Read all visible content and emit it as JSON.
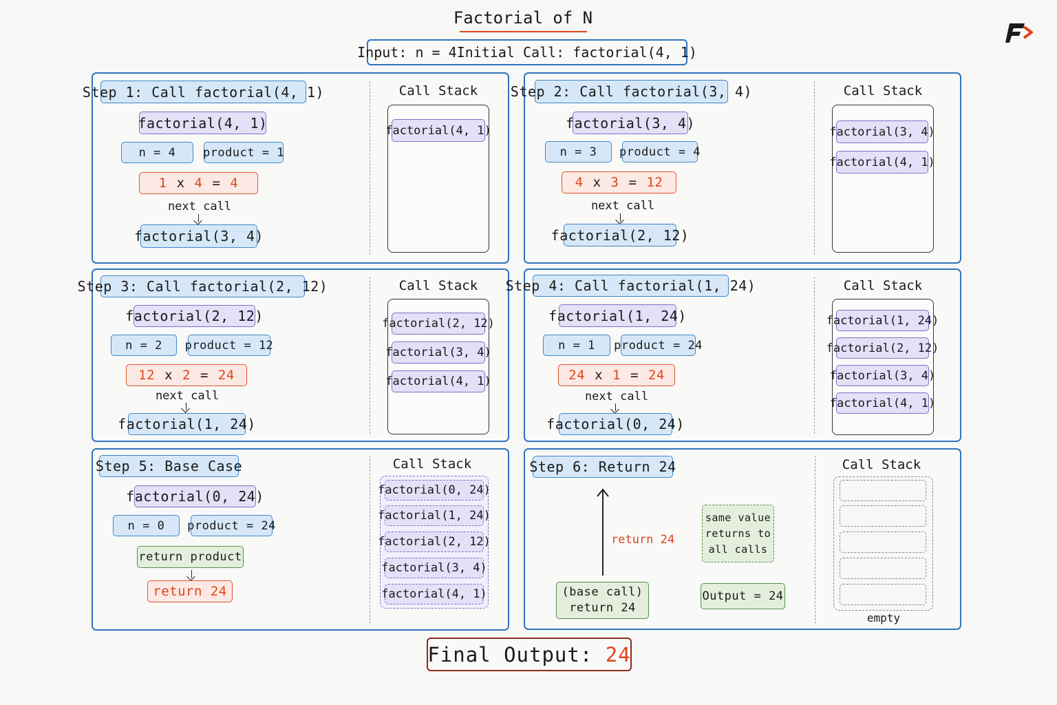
{
  "title": "Factorial of N",
  "header": {
    "input_label": "Input:",
    "input_value": "n = 4",
    "initial_label": "Initial Call:",
    "initial_value": "factorial(4, 1)"
  },
  "call_stack_title": "Call Stack",
  "next_call_label": "next call",
  "steps": [
    {
      "title": "Step 1: Call factorial(4, 1)",
      "frame": "factorial(4, 1)",
      "n": "n = 4",
      "product": "product = 1",
      "calc": {
        "a": "1",
        "x": "x",
        "b": "4",
        "eq": "=",
        "r": "4"
      },
      "next": "factorial(3, 4)",
      "stack": [
        "factorial(4, 1)"
      ]
    },
    {
      "title": "Step 2: Call factorial(3, 4)",
      "frame": "factorial(3, 4)",
      "n": "n = 3",
      "product": "product = 4",
      "calc": {
        "a": "4",
        "x": "x",
        "b": "3",
        "eq": "=",
        "r": "12"
      },
      "next": "factorial(2, 12)",
      "stack": [
        "factorial(3, 4)",
        "factorial(4, 1)"
      ]
    },
    {
      "title": "Step 3: Call factorial(2, 12)",
      "frame": "factorial(2, 12)",
      "n": "n = 2",
      "product": "product = 12",
      "calc": {
        "a": "12",
        "x": "x",
        "b": "2",
        "eq": "=",
        "r": "24"
      },
      "next": "factorial(1, 24)",
      "stack": [
        "factorial(2, 12)",
        "factorial(3, 4)",
        "factorial(4, 1)"
      ]
    },
    {
      "title": "Step 4: Call factorial(1, 24)",
      "frame": "factorial(1, 24)",
      "n": "n = 1",
      "product": "product = 24",
      "calc": {
        "a": "24",
        "x": "x",
        "b": "1",
        "eq": "=",
        "r": "24"
      },
      "next": "factorial(0, 24)",
      "stack": [
        "factorial(1, 24)",
        "factorial(2, 12)",
        "factorial(3, 4)",
        "factorial(4, 1)"
      ]
    },
    {
      "title": "Step 5: Base Case",
      "frame": "factorial(0, 24)",
      "n": "n = 0",
      "product": "product = 24",
      "return_product": "return product",
      "return_value": "return 24",
      "stack": [
        "factorial(0, 24)",
        "factorial(1, 24)",
        "factorial(2, 12)",
        "factorial(3, 4)",
        "factorial(4, 1)"
      ]
    },
    {
      "title": "Step 6: Return 24",
      "return_label": "return 24",
      "base_line1": "(base call)",
      "base_line2": "return 24",
      "note_line1": "same value",
      "note_line2": "returns to",
      "note_line3": "all calls",
      "output": "Output = 24",
      "stack_empty_label": "empty"
    }
  ],
  "final": {
    "label": "Final Output:",
    "value": "24"
  },
  "logo": "logo-icon",
  "colors": {
    "panel_border": "#2f72bf",
    "accent_red": "#e0441b",
    "frame_purple": "#7f72c8",
    "param_blue": "#3d86c8",
    "return_green": "#5c8a4b"
  }
}
